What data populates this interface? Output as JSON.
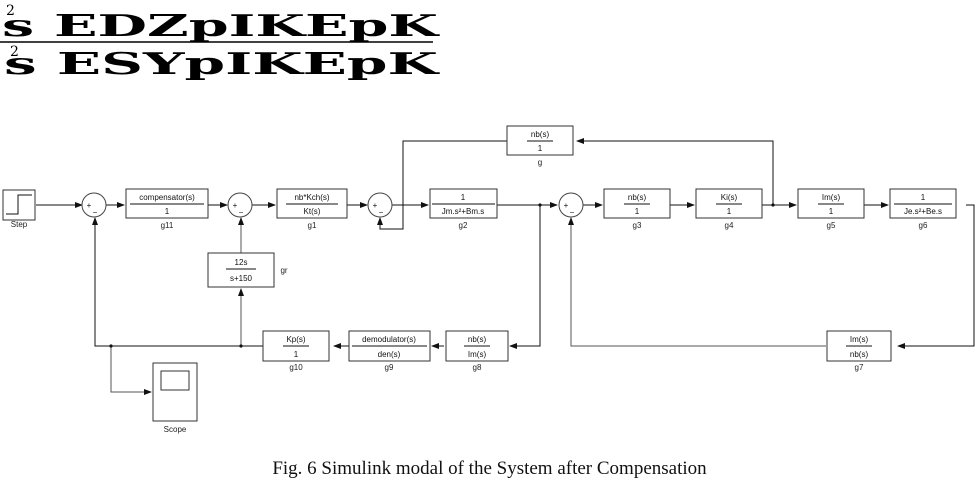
{
  "header_artifact": {
    "line1": "s EDZpIKEpK",
    "line2": "s ESYpIKEpK",
    "superscript": "2"
  },
  "blocks": {
    "step": {
      "label": "Step"
    },
    "scope": {
      "label": "Scope"
    },
    "g11": {
      "num": "compensator(s)",
      "den": "1",
      "label": "g11"
    },
    "g1": {
      "num": "nb*Kch(s)",
      "den": "Kt(s)",
      "label": "g1"
    },
    "g2": {
      "num": "1",
      "den": "Jm.s²+Bm.s",
      "label": "g2"
    },
    "g": {
      "num": "nb(s)",
      "den": "1",
      "label": "g"
    },
    "g3": {
      "num": "nb(s)",
      "den": "1",
      "label": "g3"
    },
    "g4": {
      "num": "Ki(s)",
      "den": "1",
      "label": "g4"
    },
    "g5": {
      "num": "Im(s)",
      "den": "1",
      "label": "g5"
    },
    "g6": {
      "num": "1",
      "den": "Je.s²+Be.s",
      "label": "g6"
    },
    "gr": {
      "num": "12s",
      "den": "s+150",
      "label": "gr"
    },
    "g10": {
      "num": "Kp(s)",
      "den": "1",
      "label": "g10"
    },
    "g9": {
      "num": "demodulator(s)",
      "den": "den(s)",
      "label": "g9"
    },
    "g8": {
      "num": "nb(s)",
      "den": "Im(s)",
      "label": "g8"
    },
    "g7": {
      "num": "Im(s)",
      "den": "nb(s)",
      "label": "g7"
    }
  },
  "sum_signs": {
    "plus": "+",
    "minus": "−"
  },
  "caption": "Fig. 6 Simulink modal of the System after Compensation"
}
